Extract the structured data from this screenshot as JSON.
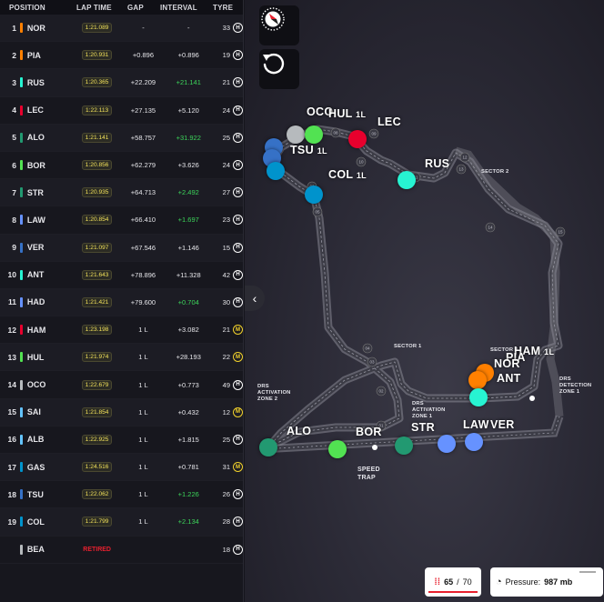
{
  "table": {
    "headers": {
      "position": "POSITION",
      "lap_time": "LAP TIME",
      "gap": "GAP",
      "interval": "INTERVAL",
      "tyre": "TYRE"
    },
    "rows": [
      {
        "pos": "1",
        "code": "NOR",
        "color": "#ff8000",
        "lap": "1:21.089",
        "gap": "-",
        "interval": "-",
        "int_green": false,
        "tyre_laps": "33",
        "tyre": "H"
      },
      {
        "pos": "2",
        "code": "PIA",
        "color": "#ff8000",
        "lap": "1:20.931",
        "gap": "+0.896",
        "interval": "+0.896",
        "int_green": false,
        "tyre_laps": "19",
        "tyre": "H"
      },
      {
        "pos": "3",
        "code": "RUS",
        "color": "#27f4d2",
        "lap": "1:20.365",
        "gap": "+22.209",
        "interval": "+21.141",
        "int_green": true,
        "tyre_laps": "21",
        "tyre": "H"
      },
      {
        "pos": "4",
        "code": "LEC",
        "color": "#e8002d",
        "lap": "1:22.113",
        "gap": "+27.135",
        "interval": "+5.120",
        "int_green": false,
        "tyre_laps": "24",
        "tyre": "H"
      },
      {
        "pos": "5",
        "code": "ALO",
        "color": "#229971",
        "lap": "1:21.141",
        "gap": "+58.757",
        "interval": "+31.922",
        "int_green": true,
        "tyre_laps": "25",
        "tyre": "H"
      },
      {
        "pos": "6",
        "code": "BOR",
        "color": "#52e252",
        "lap": "1:20.856",
        "gap": "+62.279",
        "interval": "+3.626",
        "int_green": false,
        "tyre_laps": "24",
        "tyre": "H"
      },
      {
        "pos": "7",
        "code": "STR",
        "color": "#229971",
        "lap": "1:20.935",
        "gap": "+64.713",
        "interval": "+2.492",
        "int_green": true,
        "tyre_laps": "27",
        "tyre": "H"
      },
      {
        "pos": "8",
        "code": "LAW",
        "color": "#6692ff",
        "lap": "1:20.854",
        "gap": "+66.410",
        "interval": "+1.697",
        "int_green": true,
        "tyre_laps": "23",
        "tyre": "H"
      },
      {
        "pos": "9",
        "code": "VER",
        "color": "#3671c6",
        "lap": "1:21.097",
        "gap": "+67.546",
        "interval": "+1.146",
        "int_green": false,
        "tyre_laps": "15",
        "tyre": "H"
      },
      {
        "pos": "10",
        "code": "ANT",
        "color": "#27f4d2",
        "lap": "1:21.643",
        "gap": "+78.896",
        "interval": "+11.328",
        "int_green": false,
        "tyre_laps": "42",
        "tyre": "H"
      },
      {
        "pos": "11",
        "code": "HAD",
        "color": "#6692ff",
        "lap": "1:21.421",
        "gap": "+79.600",
        "interval": "+0.704",
        "int_green": true,
        "tyre_laps": "30",
        "tyre": "H"
      },
      {
        "pos": "12",
        "code": "HAM",
        "color": "#e8002d",
        "lap": "1:23.198",
        "gap": "1 L",
        "interval": "+3.082",
        "int_green": false,
        "tyre_laps": "21",
        "tyre": "M"
      },
      {
        "pos": "13",
        "code": "HUL",
        "color": "#52e252",
        "lap": "1:21.974",
        "gap": "1 L",
        "interval": "+28.193",
        "int_green": false,
        "tyre_laps": "22",
        "tyre": "M"
      },
      {
        "pos": "14",
        "code": "OCO",
        "color": "#b6babd",
        "lap": "1:22.679",
        "gap": "1 L",
        "interval": "+0.773",
        "int_green": false,
        "tyre_laps": "49",
        "tyre": "H"
      },
      {
        "pos": "15",
        "code": "SAI",
        "color": "#64c4ff",
        "lap": "1:21.854",
        "gap": "1 L",
        "interval": "+0.432",
        "int_green": false,
        "tyre_laps": "12",
        "tyre": "M"
      },
      {
        "pos": "16",
        "code": "ALB",
        "color": "#64c4ff",
        "lap": "1:22.925",
        "gap": "1 L",
        "interval": "+1.815",
        "int_green": false,
        "tyre_laps": "25",
        "tyre": "H"
      },
      {
        "pos": "17",
        "code": "GAS",
        "color": "#0093cc",
        "lap": "1:24.516",
        "gap": "1 L",
        "interval": "+0.781",
        "int_green": false,
        "tyre_laps": "31",
        "tyre": "M"
      },
      {
        "pos": "18",
        "code": "TSU",
        "color": "#3671c6",
        "lap": "1:22.062",
        "gap": "1 L",
        "interval": "+1.226",
        "int_green": true,
        "tyre_laps": "26",
        "tyre": "H"
      },
      {
        "pos": "19",
        "code": "COL",
        "color": "#0093cc",
        "lap": "1:21.799",
        "gap": "1 L",
        "interval": "+2.134",
        "int_green": true,
        "tyre_laps": "28",
        "tyre": "H"
      }
    ],
    "retired": {
      "code": "BEA",
      "color": "#b6babd",
      "status": "RETIRED",
      "tyre_laps": "18",
      "tyre": "H"
    }
  },
  "map": {
    "sectors": {
      "s1": "SECTOR 1",
      "s2": "SECTOR 2",
      "s3": "SECTOR 3"
    },
    "drs_zone_2": [
      "DRS",
      "ACTIVATION",
      "ZONE 2"
    ],
    "drs_zone_1": [
      "DRS",
      "ACTIVATION",
      "ZONE 1"
    ],
    "drs_detection": [
      "DRS",
      "DETECTION",
      "ZONE 1"
    ],
    "speed_trap": [
      "SPEED",
      "TRAP"
    ],
    "corner_numbers": [
      "01",
      "02",
      "03",
      "04",
      "05",
      "06",
      "07",
      "08",
      "09",
      "10",
      "11",
      "12",
      "13",
      "14",
      "15"
    ],
    "labels": {
      "oco": "OCO",
      "hul": "HUL",
      "hul_laps": "1L",
      "lec": "LEC",
      "tsu": "TSU",
      "tsu_laps": "1L",
      "rus": "RUS",
      "col": "COL",
      "col_laps": "1L",
      "ham": "HAM",
      "ham_laps": "1L",
      "pia": "PIA",
      "nor": "NOR",
      "ant": "ANT",
      "alo": "ALO",
      "bor": "BOR",
      "str": "STR",
      "law": "LAW",
      "ver": "VER"
    }
  },
  "widgets": {
    "laps_current": "65",
    "laps_total": "70",
    "laps_sep": " / ",
    "pressure_label": "Pressure:",
    "pressure_value": "987 mb"
  }
}
